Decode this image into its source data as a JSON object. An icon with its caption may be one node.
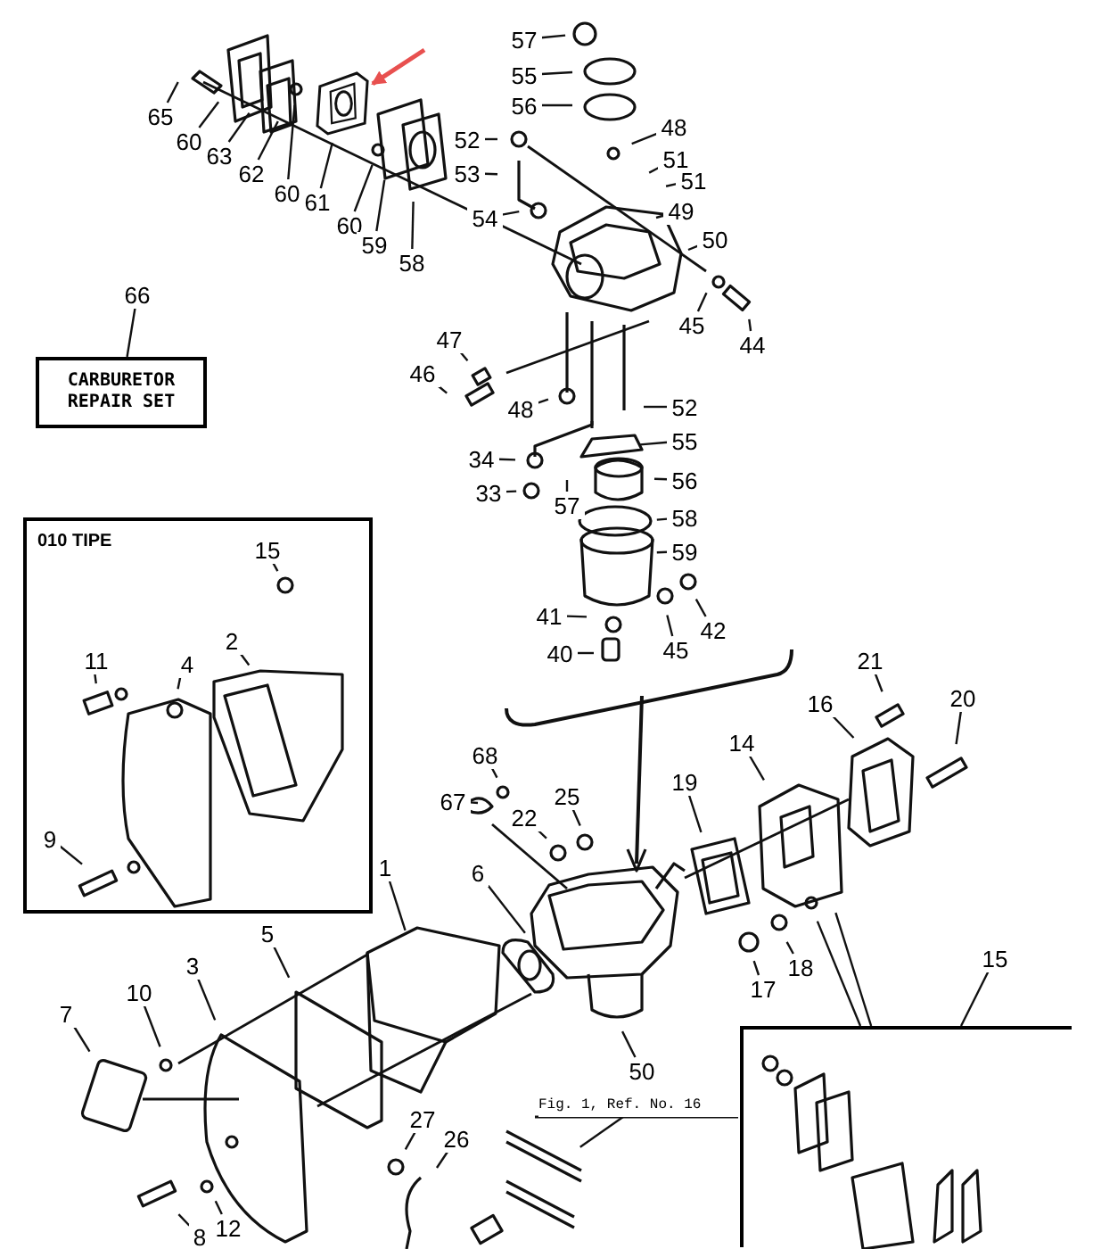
{
  "diagram": {
    "nodes": [
      {
        "text": [
          "CARBURETOR REPAIR SET"
        ]
      },
      {
        "text": [
          "010 TIPE"
        ]
      },
      {
        "text": [],
        "shape": "box"
      },
      {
        "text": [],
        "shape": "picture"
      },
      {
        "text": [
          "57"
        ]
      },
      {
        "text": [
          "55"
        ]
      },
      {
        "text": [
          "56"
        ]
      },
      {
        "text": [
          "65"
        ]
      },
      {
        "text": [
          "60"
        ]
      },
      {
        "text": [
          "63"
        ]
      },
      {
        "text": [
          "62"
        ]
      },
      {
        "text": [
          "60"
        ]
      },
      {
        "text": [
          "61"
        ]
      },
      {
        "text": [
          "60"
        ]
      },
      {
        "text": [
          "59"
        ]
      },
      {
        "text": [
          "58"
        ]
      },
      {
        "text": [
          "48"
        ]
      },
      {
        "text": [
          "52"
        ]
      },
      {
        "text": [
          "51"
        ]
      },
      {
        "text": [
          "53"
        ]
      },
      {
        "text": [
          "51"
        ]
      },
      {
        "text": [
          "49"
        ]
      },
      {
        "text": [
          "54"
        ]
      },
      {
        "text": [
          "50"
        ]
      },
      {
        "text": [
          "66"
        ]
      },
      {
        "text": [
          "45"
        ]
      },
      {
        "text": [
          "44"
        ]
      },
      {
        "text": [
          "47"
        ]
      },
      {
        "text": [
          "46"
        ]
      },
      {
        "text": [
          "48"
        ]
      },
      {
        "text": [
          "52"
        ]
      },
      {
        "text": [
          "55"
        ]
      },
      {
        "text": [
          "34"
        ]
      },
      {
        "text": [
          "56"
        ]
      },
      {
        "text": [
          "33"
        ]
      },
      {
        "text": [
          "57"
        ]
      },
      {
        "text": [
          "58"
        ]
      },
      {
        "text": [
          "59"
        ]
      },
      {
        "text": [
          "41"
        ]
      },
      {
        "text": [
          "42"
        ]
      },
      {
        "text": [
          "45"
        ]
      },
      {
        "text": [
          "40"
        ]
      },
      {
        "text": [
          "15"
        ],
        "in": 1
      },
      {
        "text": [
          "2"
        ],
        "in": 1
      },
      {
        "text": [
          "11"
        ],
        "in": 1
      },
      {
        "text": [
          "4"
        ],
        "in": 1
      },
      {
        "text": [
          "9"
        ],
        "in": 1
      },
      {
        "text": [
          "21"
        ]
      },
      {
        "text": [
          "16"
        ]
      },
      {
        "text": [
          "20"
        ]
      },
      {
        "text": [
          "14"
        ]
      },
      {
        "text": [
          "68"
        ]
      },
      {
        "text": [
          "19"
        ]
      },
      {
        "text": [
          "67"
        ]
      },
      {
        "text": [
          "25"
        ]
      },
      {
        "text": [
          "22"
        ]
      },
      {
        "text": [
          "1"
        ]
      },
      {
        "text": [
          "6"
        ]
      },
      {
        "text": [
          "5"
        ]
      },
      {
        "text": [
          "15"
        ]
      },
      {
        "text": [
          "18"
        ]
      },
      {
        "text": [
          "3"
        ]
      },
      {
        "text": [
          "17"
        ]
      },
      {
        "text": [
          "10"
        ]
      },
      {
        "text": [
          "7"
        ]
      },
      {
        "text": [
          "50"
        ]
      },
      {
        "text": [
          "27"
        ]
      },
      {
        "text": [
          "26"
        ]
      },
      {
        "text": [
          "12"
        ]
      },
      {
        "text": [
          "8"
        ]
      },
      {
        "text": [
          "Fig. 1, Ref. No. 16"
        ]
      }
    ],
    "edges": [
      {
        "from": 24,
        "to": 0,
        "arrow": "none"
      },
      {
        "from": 59,
        "to": 2,
        "arrow": "none"
      },
      {
        "from": null,
        "to": 3,
        "arrow": "to",
        "color": "#e8504f"
      },
      {
        "from": 2,
        "to": null,
        "arrow": "none"
      },
      {
        "from": 2,
        "to": null,
        "arrow": "none"
      },
      {
        "from": 4,
        "to": null,
        "arrow": "none"
      },
      {
        "from": 5,
        "to": null,
        "arrow": "none"
      },
      {
        "from": 6,
        "to": null,
        "arrow": "none"
      },
      {
        "from": 7,
        "to": null,
        "arrow": "none"
      },
      {
        "from": 8,
        "to": null,
        "arrow": "none"
      },
      {
        "from": 9,
        "to": null,
        "arrow": "none"
      },
      {
        "from": 10,
        "to": null,
        "arrow": "none"
      },
      {
        "from": 11,
        "to": null,
        "arrow": "none"
      },
      {
        "from": 12,
        "to": 3,
        "arrow": "none"
      },
      {
        "from": 13,
        "to": null,
        "arrow": "none"
      },
      {
        "from": 14,
        "to": null,
        "arrow": "none"
      },
      {
        "from": 15,
        "to": null,
        "arrow": "none"
      },
      {
        "from": 16,
        "to": null,
        "arrow": "none"
      },
      {
        "from": 17,
        "to": null,
        "arrow": "none"
      },
      {
        "from": 18,
        "to": null,
        "arrow": "none"
      },
      {
        "from": 19,
        "to": null,
        "arrow": "none"
      },
      {
        "from": 20,
        "to": null,
        "arrow": "none"
      },
      {
        "from": 21,
        "to": null,
        "arrow": "none"
      },
      {
        "from": 22,
        "to": null,
        "arrow": "none"
      },
      {
        "from": 23,
        "to": null,
        "arrow": "none"
      },
      {
        "from": 25,
        "to": null,
        "arrow": "none"
      },
      {
        "from": 26,
        "to": null,
        "arrow": "none"
      },
      {
        "from": 27,
        "to": null,
        "arrow": "none"
      },
      {
        "from": 28,
        "to": null,
        "arrow": "none"
      },
      {
        "from": 29,
        "to": null,
        "arrow": "none"
      },
      {
        "from": 30,
        "to": null,
        "arrow": "none"
      },
      {
        "from": 31,
        "to": null,
        "arrow": "none"
      },
      {
        "from": 32,
        "to": null,
        "arrow": "none"
      },
      {
        "from": 33,
        "to": null,
        "arrow": "none"
      },
      {
        "from": 34,
        "to": null,
        "arrow": "none"
      },
      {
        "from": 35,
        "to": null,
        "arrow": "none"
      },
      {
        "from": 36,
        "to": null,
        "arrow": "none"
      },
      {
        "from": 37,
        "to": null,
        "arrow": "none"
      },
      {
        "from": 38,
        "to": null,
        "arrow": "none"
      },
      {
        "from": 39,
        "to": null,
        "arrow": "none"
      },
      {
        "from": 40,
        "to": null,
        "arrow": "none"
      },
      {
        "from": 41,
        "to": null,
        "arrow": "none"
      },
      {
        "from": 42,
        "to": null,
        "arrow": "none"
      },
      {
        "from": 43,
        "to": null,
        "arrow": "none"
      },
      {
        "from": 44,
        "to": null,
        "arrow": "none"
      },
      {
        "from": 45,
        "to": null,
        "arrow": "none"
      },
      {
        "from": 46,
        "to": null,
        "arrow": "none"
      },
      {
        "from": 47,
        "to": null,
        "arrow": "none"
      },
      {
        "from": 48,
        "to": null,
        "arrow": "none"
      },
      {
        "from": 49,
        "to": null,
        "arrow": "none"
      },
      {
        "from": 50,
        "to": null,
        "arrow": "none"
      },
      {
        "from": 51,
        "to": null,
        "arrow": "none"
      },
      {
        "from": 52,
        "to": null,
        "arrow": "none"
      },
      {
        "from": 53,
        "to": null,
        "arrow": "none"
      },
      {
        "from": 54,
        "to": null,
        "arrow": "none"
      },
      {
        "from": 55,
        "to": null,
        "arrow": "none"
      },
      {
        "from": 56,
        "to": null,
        "arrow": "none"
      },
      {
        "from": 57,
        "to": null,
        "arrow": "none"
      },
      {
        "from": 58,
        "to": null,
        "arrow": "none"
      },
      {
        "from": 60,
        "to": null,
        "arrow": "none"
      },
      {
        "from": 61,
        "to": null,
        "arrow": "none"
      },
      {
        "from": 62,
        "to": null,
        "arrow": "none"
      },
      {
        "from": 63,
        "to": null,
        "arrow": "none"
      },
      {
        "from": 64,
        "to": null,
        "arrow": "none"
      },
      {
        "from": 65,
        "to": null,
        "arrow": "none"
      },
      {
        "from": 66,
        "to": null,
        "arrow": "none"
      },
      {
        "from": 67,
        "to": null,
        "arrow": "none"
      },
      {
        "from": 68,
        "to": null,
        "arrow": "none"
      },
      {
        "from": 69,
        "to": null,
        "arrow": "none"
      },
      {
        "from": 70,
        "to": null,
        "arrow": "none"
      }
    ]
  }
}
